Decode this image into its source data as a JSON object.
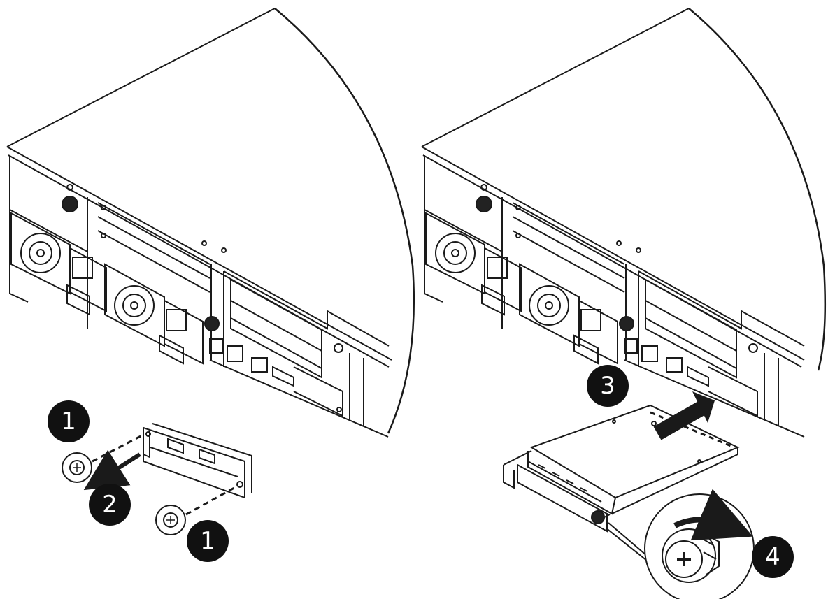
{
  "steps": [
    {
      "number": "1"
    },
    {
      "number": "2"
    },
    {
      "number": "1"
    },
    {
      "number": "3"
    },
    {
      "number": "4"
    }
  ],
  "colors": {
    "line": "#1a1a1a",
    "badge": "#111111",
    "background": "#ffffff"
  }
}
